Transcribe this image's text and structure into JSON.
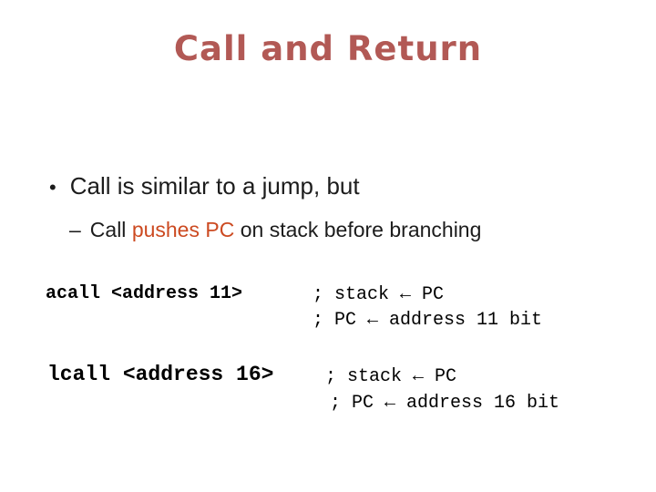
{
  "slide": {
    "title": "Call and Return",
    "bullet_marker": "•",
    "bullet_text": "Call is similar to a jump, but",
    "sub_bullet_marker": "–",
    "sub_bullet": {
      "prefix": "Call ",
      "highlight": "pushes PC",
      "suffix": " on stack before branching"
    },
    "code_blocks": [
      {
        "instruction": "acall <address 11>",
        "comment_1": "; stack ← PC",
        "comment_2": "; PC ← address 11 bit"
      },
      {
        "instruction": "lcall <address 16>",
        "comment_1": "; stack ← PC",
        "comment_2": "; PC ← address 16 bit"
      }
    ],
    "colors": {
      "title": "#b25955",
      "highlight": "#cc4a21",
      "body_text": "#1c1c1c",
      "code_text": "#000000",
      "background": "#ffffff"
    }
  }
}
